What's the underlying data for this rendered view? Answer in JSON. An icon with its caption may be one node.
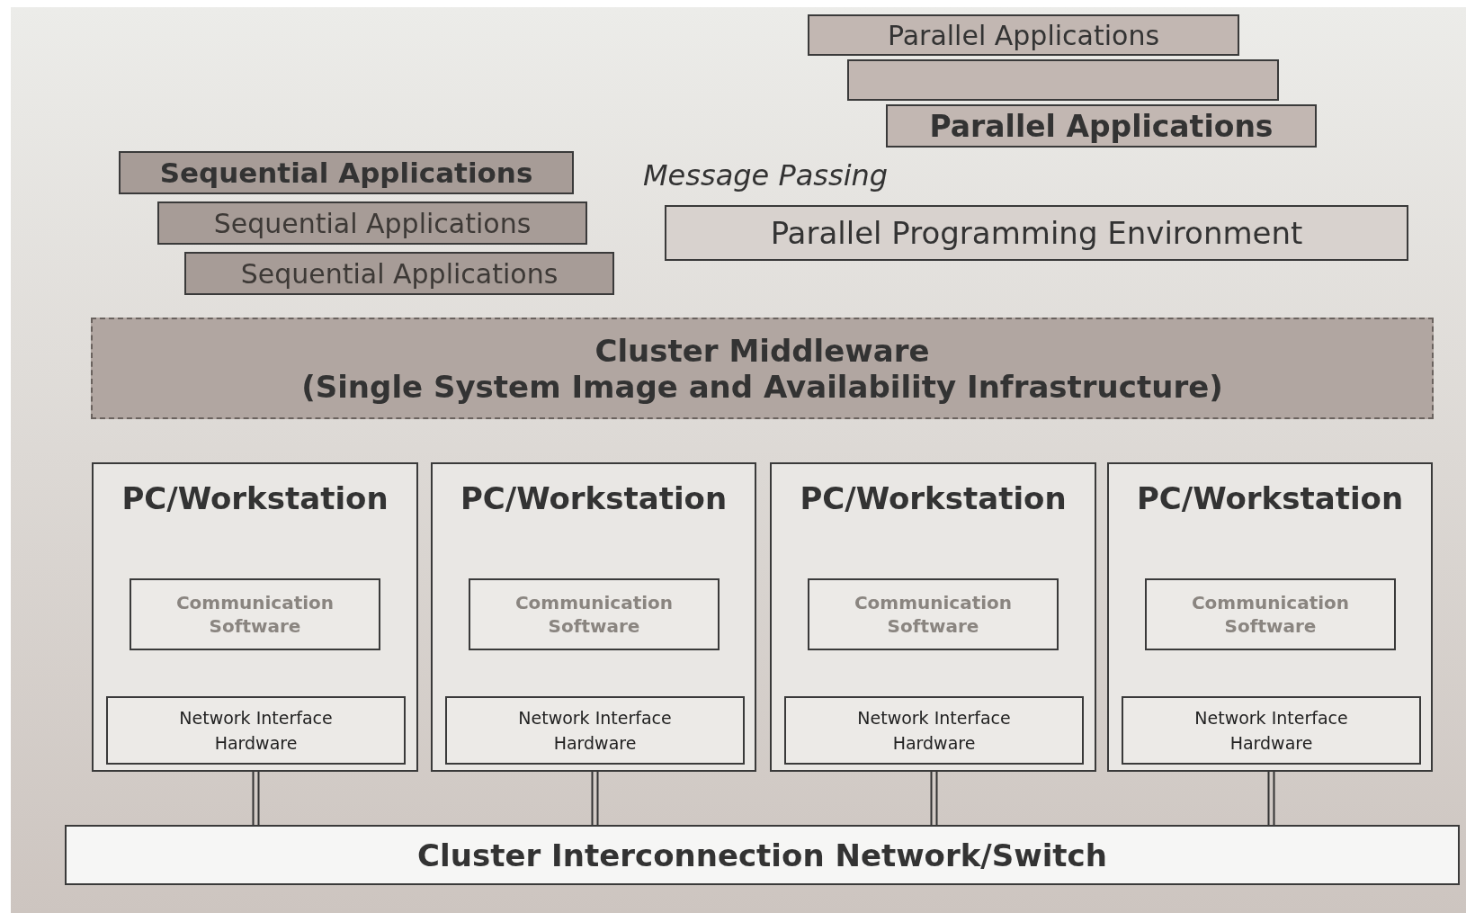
{
  "diagram": {
    "nodes": [
      {
        "text": [
          "Parallel Applications"
        ]
      },
      {
        "text": [],
        "shape": "box"
      },
      {
        "text": [
          "Parallel Applications"
        ]
      },
      {
        "text": [
          "Sequential Applications"
        ]
      },
      {
        "text": [
          "Sequential Applications"
        ]
      },
      {
        "text": [
          "Sequential Applications"
        ]
      },
      {
        "text": [
          "Parallel Programming Environment"
        ]
      },
      {
        "text": [
          "Cluster Middleware",
          "(Single System Image and Availability Infrastructure)"
        ]
      },
      {
        "text": [
          "PC/Workstation"
        ]
      },
      {
        "text": [
          "Communication Software"
        ],
        "in": 8
      },
      {
        "text": [
          "Network Interface Hardware"
        ],
        "in": 8
      },
      {
        "text": [
          "PC/Workstation"
        ]
      },
      {
        "text": [
          "Communication Software"
        ],
        "in": 11
      },
      {
        "text": [
          "Network Interface Hardware"
        ],
        "in": 11
      },
      {
        "text": [
          "PC/Workstation"
        ]
      },
      {
        "text": [
          "Communication Software"
        ],
        "in": 14
      },
      {
        "text": [
          "Network Interface Hardware"
        ],
        "in": 14
      },
      {
        "text": [
          "PC/Workstation"
        ]
      },
      {
        "text": [
          "Communication Software"
        ],
        "in": 17
      },
      {
        "text": [
          "Network Interface Hardware"
        ],
        "in": 17
      },
      {
        "text": [
          "Cluster Interconnection Network/Switch"
        ]
      }
    ],
    "edges": [
      {
        "from": 10,
        "to": 20,
        "arrow": "none"
      },
      {
        "from": 13,
        "to": 20,
        "arrow": "none"
      },
      {
        "from": 16,
        "to": 20,
        "arrow": "none"
      },
      {
        "from": 19,
        "to": 20,
        "arrow": "none"
      }
    ],
    "labels": [
      "Message Passing"
    ]
  }
}
